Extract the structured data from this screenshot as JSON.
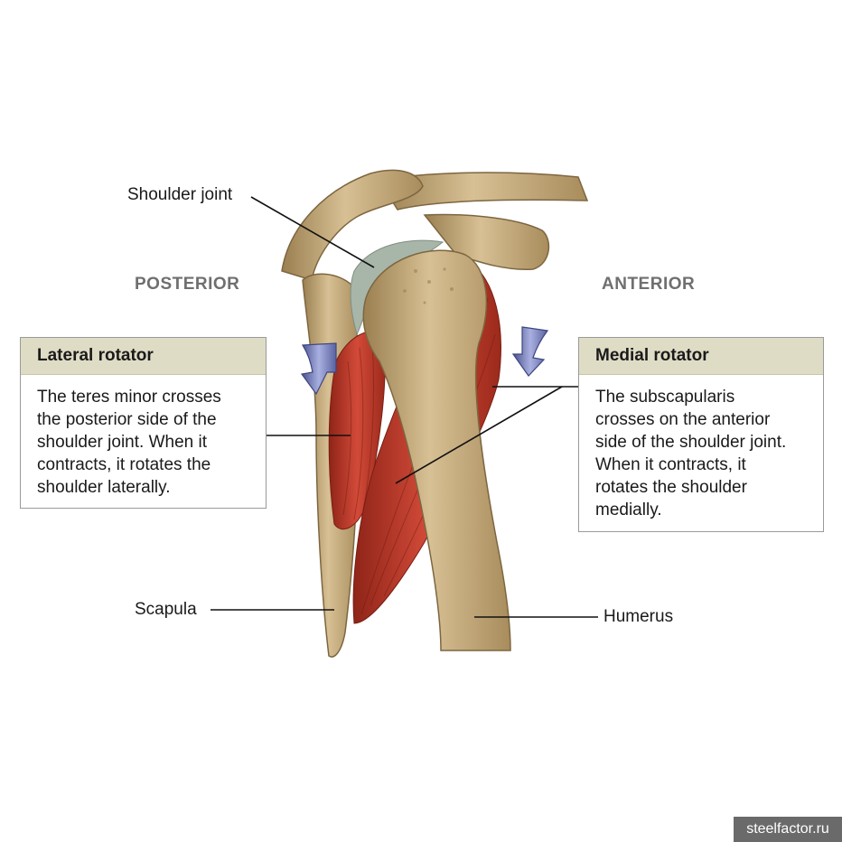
{
  "labels": {
    "shoulder_joint": "Shoulder joint",
    "posterior": "POSTERIOR",
    "anterior": "ANTERIOR",
    "scapula": "Scapula",
    "humerus": "Humerus"
  },
  "lateral_box": {
    "title": "Lateral rotator",
    "text": "The teres minor crosses\nthe posterior side of the\nshoulder joint. When it\ncontracts, it rotates the\nshoulder laterally."
  },
  "medial_box": {
    "title": "Medial rotator",
    "text": "The subscapularis\ncrosses on the anterior\nside of the shoulder joint.\nWhen it contracts, it\nrotates the shoulder\nmedially."
  },
  "watermark": "steelfactor.ru",
  "colors": {
    "bone": "#c8ae7e",
    "bone_dark": "#8f7447",
    "muscle": "#c0392b",
    "muscle_dark": "#8e2418",
    "cartilage": "#a8b6a9",
    "arrow": "#6f78b8",
    "box_header": "#dfdcc6"
  },
  "icons": [
    "rotation-arrow-icon"
  ]
}
